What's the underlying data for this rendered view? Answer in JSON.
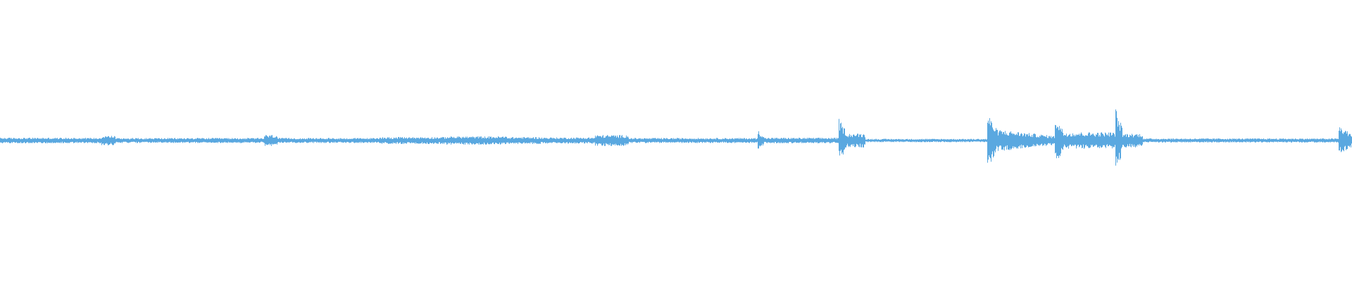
{
  "waveform": {
    "color": "#5aa8e0",
    "background": "#ffffff",
    "baseline_amplitude": 0.012,
    "segments": [
      {
        "start": 0.0,
        "end": 0.075,
        "amp": 0.02
      },
      {
        "start": 0.075,
        "end": 0.085,
        "amp": 0.035
      },
      {
        "start": 0.085,
        "end": 0.195,
        "amp": 0.018
      },
      {
        "start": 0.195,
        "end": 0.205,
        "amp": 0.04
      },
      {
        "start": 0.205,
        "end": 0.28,
        "amp": 0.018
      },
      {
        "start": 0.28,
        "end": 0.33,
        "amp": 0.025
      },
      {
        "start": 0.33,
        "end": 0.375,
        "amp": 0.03
      },
      {
        "start": 0.375,
        "end": 0.4,
        "amp": 0.025
      },
      {
        "start": 0.4,
        "end": 0.44,
        "amp": 0.022
      },
      {
        "start": 0.44,
        "end": 0.465,
        "amp": 0.04
      },
      {
        "start": 0.465,
        "end": 0.56,
        "amp": 0.018
      },
      {
        "start": 0.56,
        "end": 0.565,
        "amp": 0.08
      },
      {
        "start": 0.565,
        "end": 0.62,
        "amp": 0.02
      },
      {
        "start": 0.62,
        "end": 0.626,
        "amp": 0.16
      },
      {
        "start": 0.626,
        "end": 0.64,
        "amp": 0.05
      },
      {
        "start": 0.64,
        "end": 0.73,
        "amp": 0.01
      },
      {
        "start": 0.73,
        "end": 0.737,
        "amp": 0.2
      },
      {
        "start": 0.737,
        "end": 0.78,
        "amp": 0.08
      },
      {
        "start": 0.78,
        "end": 0.786,
        "amp": 0.19
      },
      {
        "start": 0.786,
        "end": 0.825,
        "amp": 0.06
      },
      {
        "start": 0.825,
        "end": 0.83,
        "amp": 0.23
      },
      {
        "start": 0.83,
        "end": 0.845,
        "amp": 0.05
      },
      {
        "start": 0.845,
        "end": 0.99,
        "amp": 0.015
      },
      {
        "start": 0.99,
        "end": 1.0,
        "amp": 0.11
      }
    ]
  }
}
